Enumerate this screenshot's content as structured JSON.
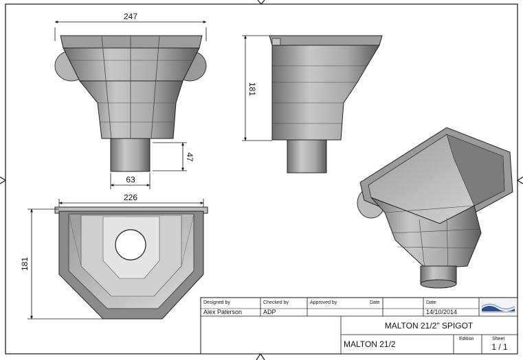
{
  "dimensions": {
    "front_top_width": "247",
    "front_spigot_height": "47",
    "front_spigot_width": "63",
    "side_height": "181",
    "top_width": "226",
    "top_height": "181"
  },
  "title_block": {
    "designed_by_label": "Designed by",
    "designed_by": "Alex Paterson",
    "checked_by_label": "Checked by",
    "checked_by": "ADP",
    "approved_by_label": "Approved by",
    "approved_date_label": "Date",
    "date_label": "Date",
    "date": "14/10/2014",
    "title": "MALTON 21/2\" SPIGOT",
    "part_number": "MALTON 21/2",
    "edition_label": "Edition",
    "sheet_label": "Sheet",
    "sheet": "1 / 1"
  }
}
